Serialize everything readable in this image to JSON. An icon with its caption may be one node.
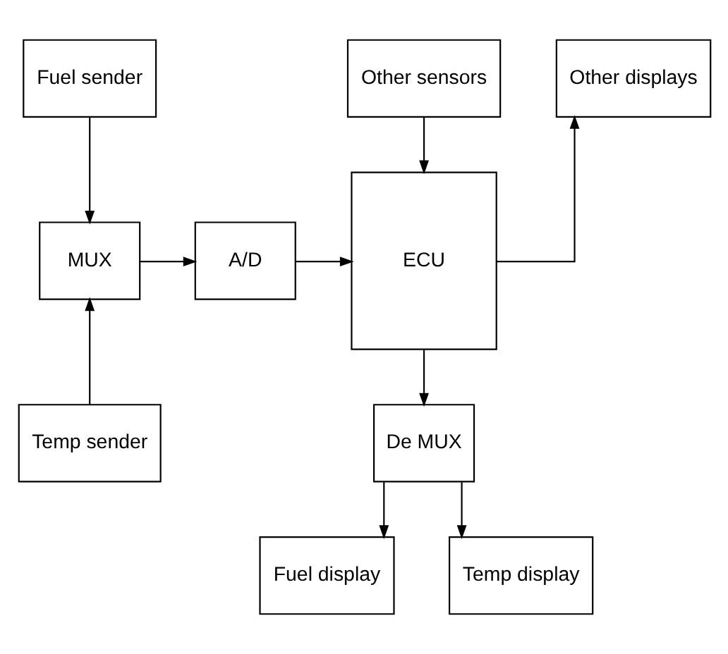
{
  "diagram": {
    "nodes": [
      {
        "text": [
          "Fuel sender"
        ]
      },
      {
        "text": [
          "MUX"
        ]
      },
      {
        "text": [
          "Temp sender"
        ]
      },
      {
        "text": [
          "Other sensors"
        ]
      },
      {
        "text": [
          "A/D"
        ]
      },
      {
        "text": [
          "ECU"
        ]
      },
      {
        "text": [
          "Other displays"
        ]
      },
      {
        "text": [
          "De MUX"
        ]
      },
      {
        "text": [
          "Fuel display"
        ]
      },
      {
        "text": [
          "Temp display"
        ]
      }
    ],
    "edges": [
      {
        "from": 0,
        "to": 1,
        "arrow": "to"
      },
      {
        "from": 2,
        "to": 1,
        "arrow": "to"
      },
      {
        "from": 1,
        "to": 4,
        "arrow": "to"
      },
      {
        "from": 3,
        "to": 5,
        "arrow": "to"
      },
      {
        "from": 4,
        "to": 5,
        "arrow": "to"
      },
      {
        "from": 5,
        "to": 6,
        "arrow": "to"
      },
      {
        "from": 5,
        "to": 7,
        "arrow": "to"
      },
      {
        "from": 7,
        "to": 8,
        "arrow": "to"
      },
      {
        "from": 7,
        "to": 9,
        "arrow": "to"
      }
    ]
  }
}
